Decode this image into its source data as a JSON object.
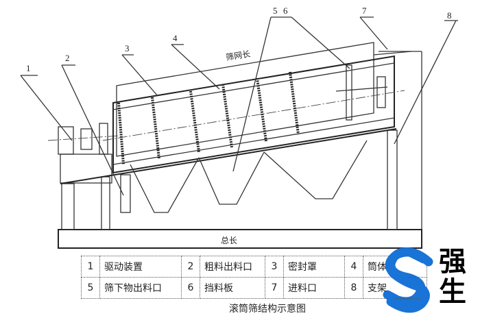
{
  "diagram": {
    "callouts": [
      "1",
      "2",
      "3",
      "4",
      "5",
      "6",
      "7",
      "8"
    ],
    "screen_length_label": "筛网长",
    "total_length_label": "总长"
  },
  "legend_table": {
    "rows": [
      [
        {
          "num": "1",
          "name": "驱动装置"
        },
        {
          "num": "2",
          "name": "粗料出料口"
        },
        {
          "num": "3",
          "name": "密封罩"
        },
        {
          "num": "4",
          "name": "筒体"
        }
      ],
      [
        {
          "num": "5",
          "name": "筛下物出料口"
        },
        {
          "num": "6",
          "name": "挡料板"
        },
        {
          "num": "7",
          "name": "进料口"
        },
        {
          "num": "8",
          "name": "支架"
        }
      ]
    ]
  },
  "caption": "滚筒筛结构示意图",
  "logo": {
    "text": "强生",
    "color": "#1a73d6"
  }
}
